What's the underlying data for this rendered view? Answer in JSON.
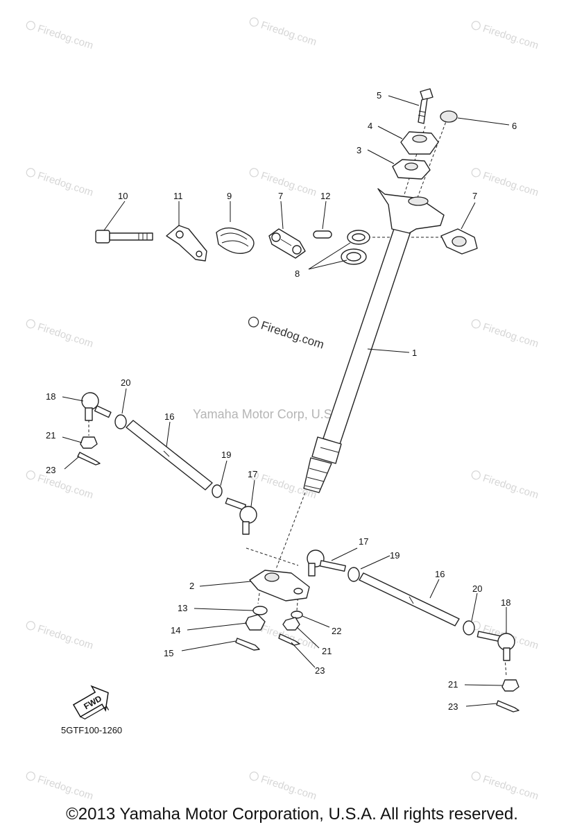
{
  "diagram": {
    "diagram_code": "5GTF100-1260",
    "fwd_label": "FWD",
    "center_watermark": "Yamaha Motor Corp, U.S.A.",
    "firedog_watermark": "Firedog.com",
    "copyright": "©2013 Yamaha Motor Corporation, U.S.A. All rights reserved."
  },
  "labels": [
    {
      "id": "l5",
      "text": "5"
    },
    {
      "id": "l6",
      "text": "6"
    },
    {
      "id": "l4",
      "text": "4"
    },
    {
      "id": "l3",
      "text": "3"
    },
    {
      "id": "l10",
      "text": "10"
    },
    {
      "id": "l11",
      "text": "11"
    },
    {
      "id": "l9",
      "text": "9"
    },
    {
      "id": "l7a",
      "text": "7"
    },
    {
      "id": "l12",
      "text": "12"
    },
    {
      "id": "l7b",
      "text": "7"
    },
    {
      "id": "l8",
      "text": "8"
    },
    {
      "id": "l1",
      "text": "1"
    },
    {
      "id": "l18a",
      "text": "18"
    },
    {
      "id": "l20a",
      "text": "20"
    },
    {
      "id": "l16a",
      "text": "16"
    },
    {
      "id": "l21a",
      "text": "21"
    },
    {
      "id": "l23a",
      "text": "23"
    },
    {
      "id": "l19a",
      "text": "19"
    },
    {
      "id": "l17a",
      "text": "17"
    },
    {
      "id": "l2",
      "text": "2"
    },
    {
      "id": "l17b",
      "text": "17"
    },
    {
      "id": "l19b",
      "text": "19"
    },
    {
      "id": "l16b",
      "text": "16"
    },
    {
      "id": "l20b",
      "text": "20"
    },
    {
      "id": "l18b",
      "text": "18"
    },
    {
      "id": "l13",
      "text": "13"
    },
    {
      "id": "l14",
      "text": "14"
    },
    {
      "id": "l22",
      "text": "22"
    },
    {
      "id": "l15",
      "text": "15"
    },
    {
      "id": "l21b",
      "text": "21"
    },
    {
      "id": "l23b",
      "text": "23"
    },
    {
      "id": "l21c",
      "text": "21"
    },
    {
      "id": "l23c",
      "text": "23"
    }
  ]
}
